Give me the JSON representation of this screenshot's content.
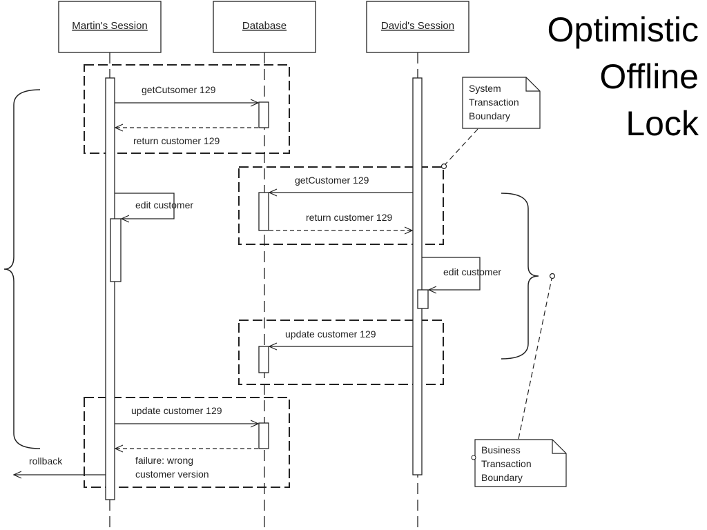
{
  "title": [
    "Optimistic",
    "Offline",
    "Lock"
  ],
  "participants": [
    "Martin's Session",
    "Database",
    "David's Session"
  ],
  "messages": {
    "get_customer_martin": "getCutsomer 129",
    "return_customer_martin": "return customer 129",
    "get_customer_david": "getCustomer 129",
    "return_customer_david": "return customer 129",
    "edit_customer_martin": "edit customer",
    "edit_customer_david": "edit customer",
    "update_customer_david": "update customer 129",
    "update_customer_martin": "update customer 129",
    "failure": [
      "failure:  wrong",
      "customer version"
    ],
    "rollback": "rollback"
  },
  "notes": {
    "system_boundary": [
      "System",
      "Transaction",
      "Boundary"
    ],
    "business_boundary": [
      "Business",
      "Transaction",
      "Boundary"
    ]
  }
}
